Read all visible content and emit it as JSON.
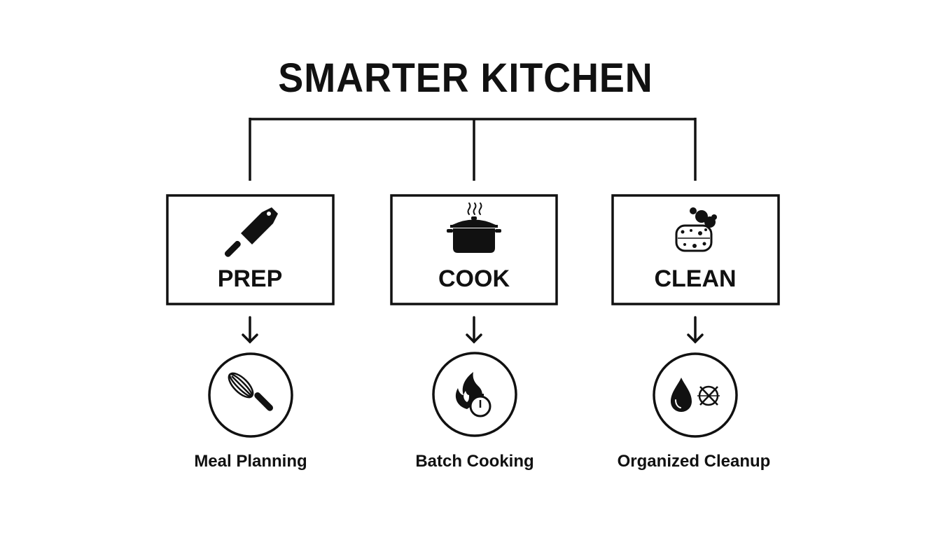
{
  "title": "SMARTER KITCHEN",
  "stages": [
    {
      "label": "PREP",
      "icon": "cleaver-knife-icon",
      "outcome": {
        "label": "Meal Planning",
        "icon": "whisk-icon"
      }
    },
    {
      "label": "COOK",
      "icon": "steaming-pot-icon",
      "outcome": {
        "label": "Batch Cooking",
        "icon": "flame-timer-icon"
      }
    },
    {
      "label": "CLEAN",
      "icon": "sponge-bubbles-icon",
      "outcome": {
        "label": "Organized Cleanup",
        "icon": "drop-and-no-mess-icon"
      }
    }
  ],
  "colors": {
    "ink": "#111111",
    "background": "#ffffff"
  }
}
